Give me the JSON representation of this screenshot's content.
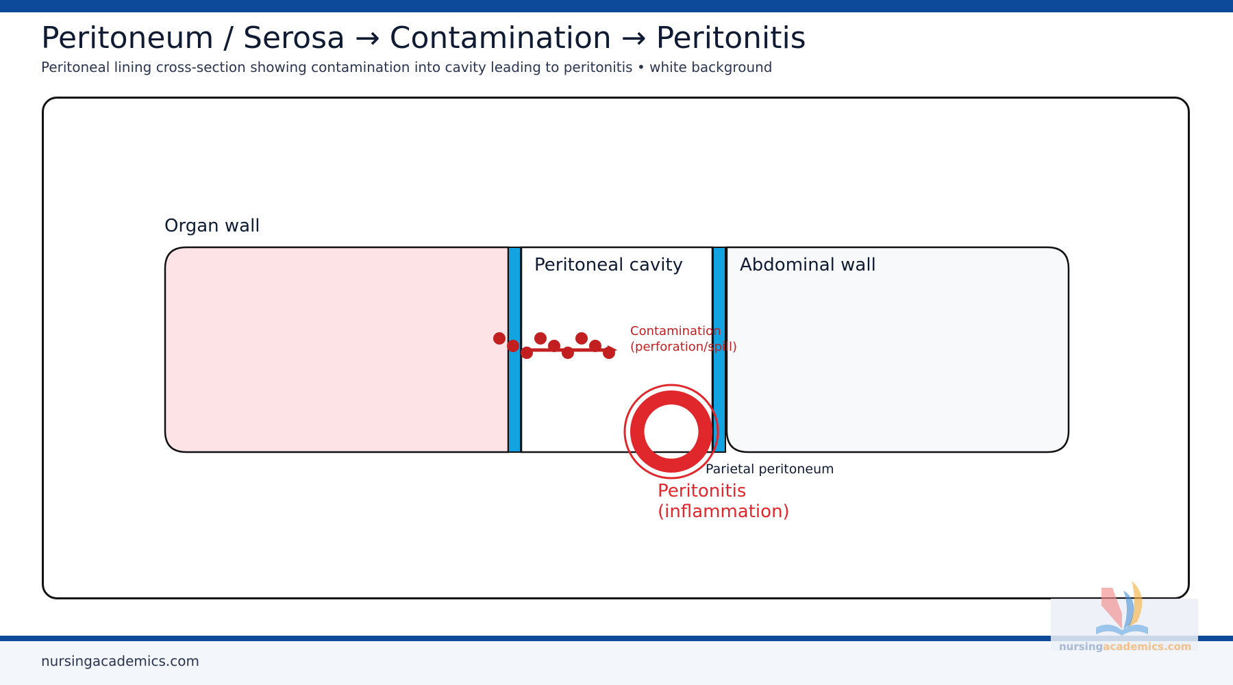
{
  "header": {
    "title": "Peritoneum / Serosa → Contamination → Peritonitis",
    "subtitle": "Peritoneal lining cross-section showing contamination into cavity leading to peritonitis • white background"
  },
  "diagram": {
    "organ_wall_label": "Organ wall",
    "cavity_label": "Peritoneal cavity",
    "abdominal_wall_label": "Abdominal wall",
    "contamination_label_line1": "Contamination",
    "contamination_label_line2": "(perforation/spill)",
    "parietal_label": "Parietal peritoneum",
    "peritonitis_label_line1": "Peritonitis",
    "peritonitis_label_line2": "(inflammation)"
  },
  "footer": {
    "site": "nursingacademics.com"
  },
  "watermark": {
    "part1": "nursing",
    "part2": "academics.com"
  },
  "colors": {
    "brand_blue": "#0d4a9a",
    "membrane_blue": "#12a3e0",
    "organ_fill": "#fde3e5",
    "abdominal_fill": "#f8f9fb",
    "contamination_red": "#c22020",
    "peritonitis_red": "#e0282c"
  }
}
